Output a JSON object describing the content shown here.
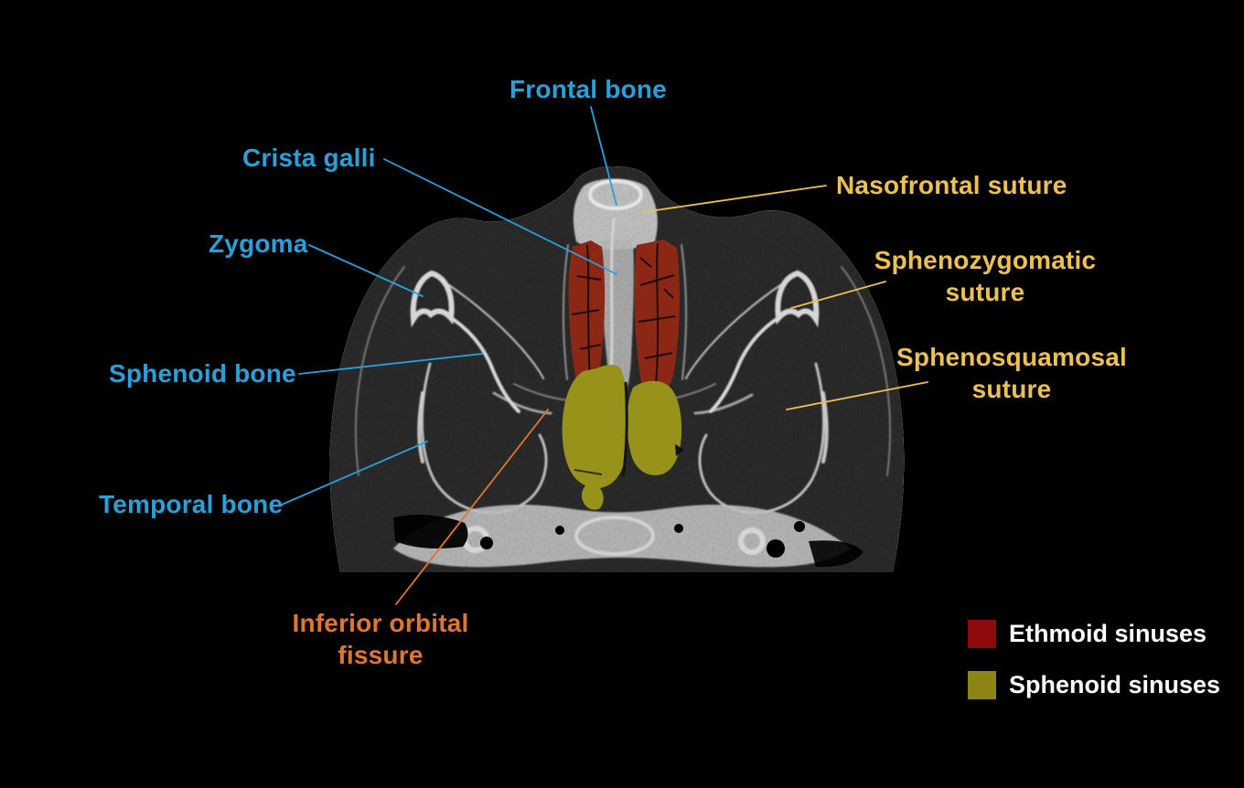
{
  "labels": {
    "frontal_bone": {
      "text": "Frontal bone",
      "color": "#2AA0DB"
    },
    "crista_galli": {
      "text": "Crista galli",
      "color": "#2AA0DB"
    },
    "zygoma": {
      "text": "Zygoma",
      "color": "#2AA0DB"
    },
    "sphenoid_bone": {
      "text": "Sphenoid bone",
      "color": "#2AA0DB"
    },
    "temporal_bone": {
      "text": "Temporal bone",
      "color": "#2AA0DB"
    },
    "nasofrontal_suture": {
      "text": "Nasofrontal suture",
      "color": "#EDC14E"
    },
    "sphenozygomatic_suture": {
      "text": "Sphenozygomatic suture",
      "color": "#EDC14E"
    },
    "sphenosquamosal_suture": {
      "text": "Sphenosquamosal suture",
      "color": "#EDC14E"
    },
    "inferior_orbital_fissure": {
      "text": "Inferior orbital fissure",
      "color": "#E2762D"
    }
  },
  "legend": {
    "items": [
      {
        "label": "Ethmoid sinuses",
        "color": "#8E0B0B"
      },
      {
        "label": "Sphenoid sinuses",
        "color": "#8C8414"
      }
    ]
  },
  "colors": {
    "background": "#000000",
    "label_blue": "#2AA0DB",
    "label_yellow": "#EDC14E",
    "label_orange": "#E2762D",
    "legend_text": "#FFFFFF",
    "ethmoid_overlay": "#8C2716",
    "sphenoid_overlay": "#97921A"
  }
}
